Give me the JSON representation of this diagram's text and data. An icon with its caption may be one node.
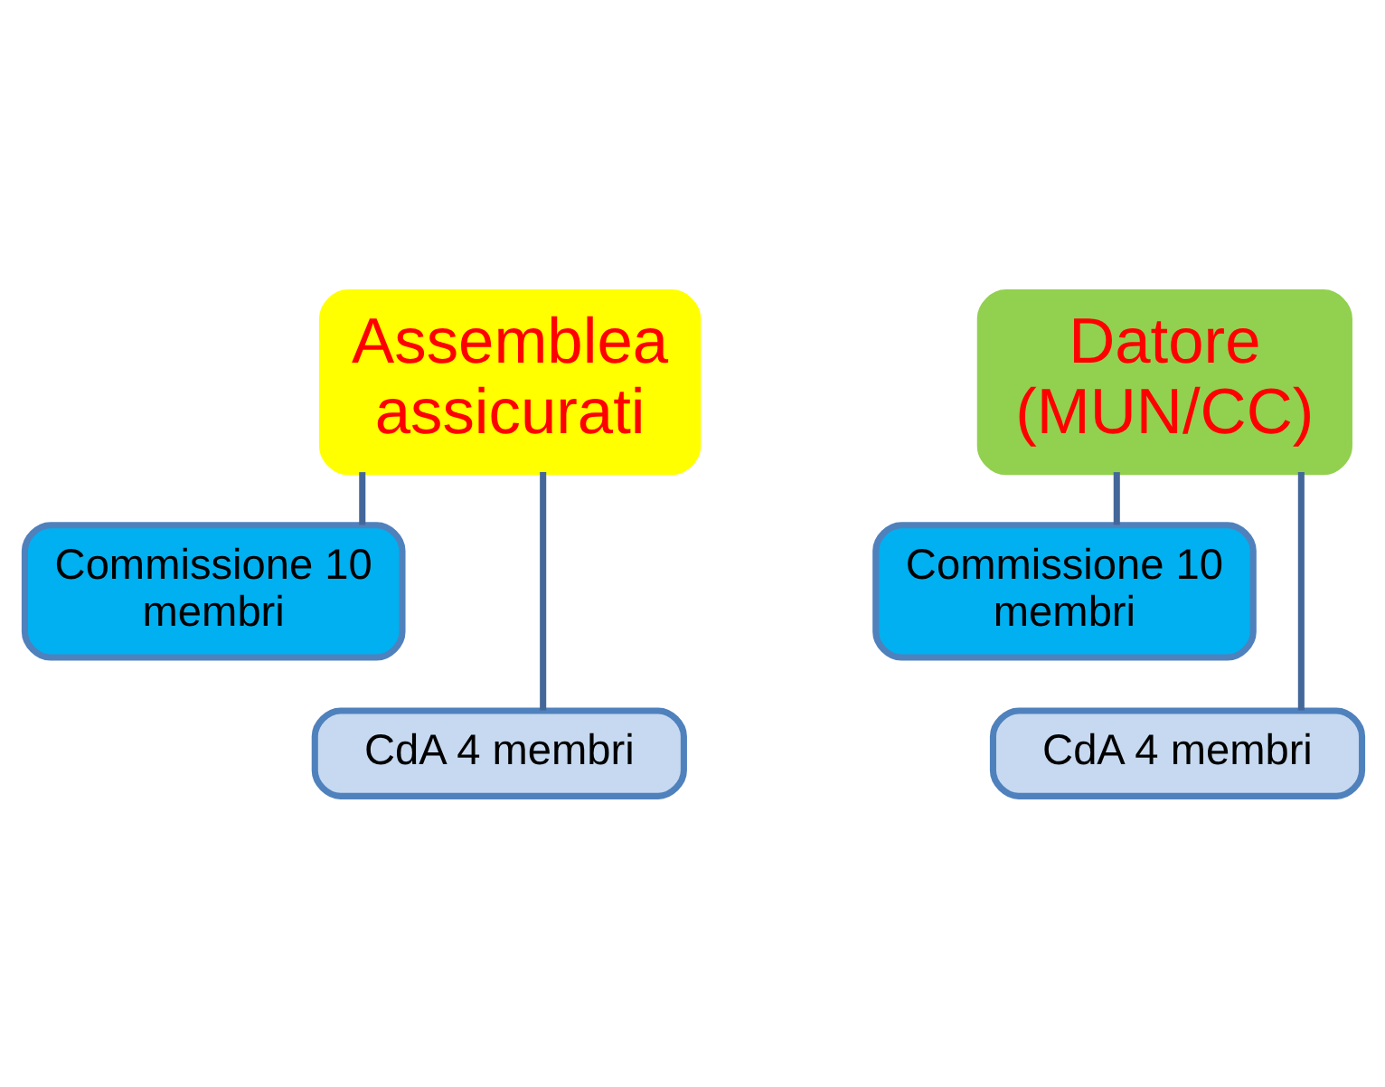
{
  "diagram": {
    "nodes": [
      {
        "text": [
          "Assemblea assicurati"
        ]
      },
      {
        "text": [
          "Commissione 10 membri"
        ]
      },
      {
        "text": [
          "CdA 4 membri"
        ]
      },
      {
        "text": [
          "Datore (MUN/CC)"
        ]
      },
      {
        "text": [
          "Commissione 10 membri"
        ]
      },
      {
        "text": [
          "CdA 4 membri"
        ]
      }
    ],
    "edges": [
      {
        "from": 0,
        "to": 1,
        "arrow": "none"
      },
      {
        "from": 0,
        "to": 2,
        "arrow": "none"
      },
      {
        "from": 3,
        "to": 4,
        "arrow": "none"
      },
      {
        "from": 3,
        "to": 5,
        "arrow": "none"
      }
    ]
  }
}
